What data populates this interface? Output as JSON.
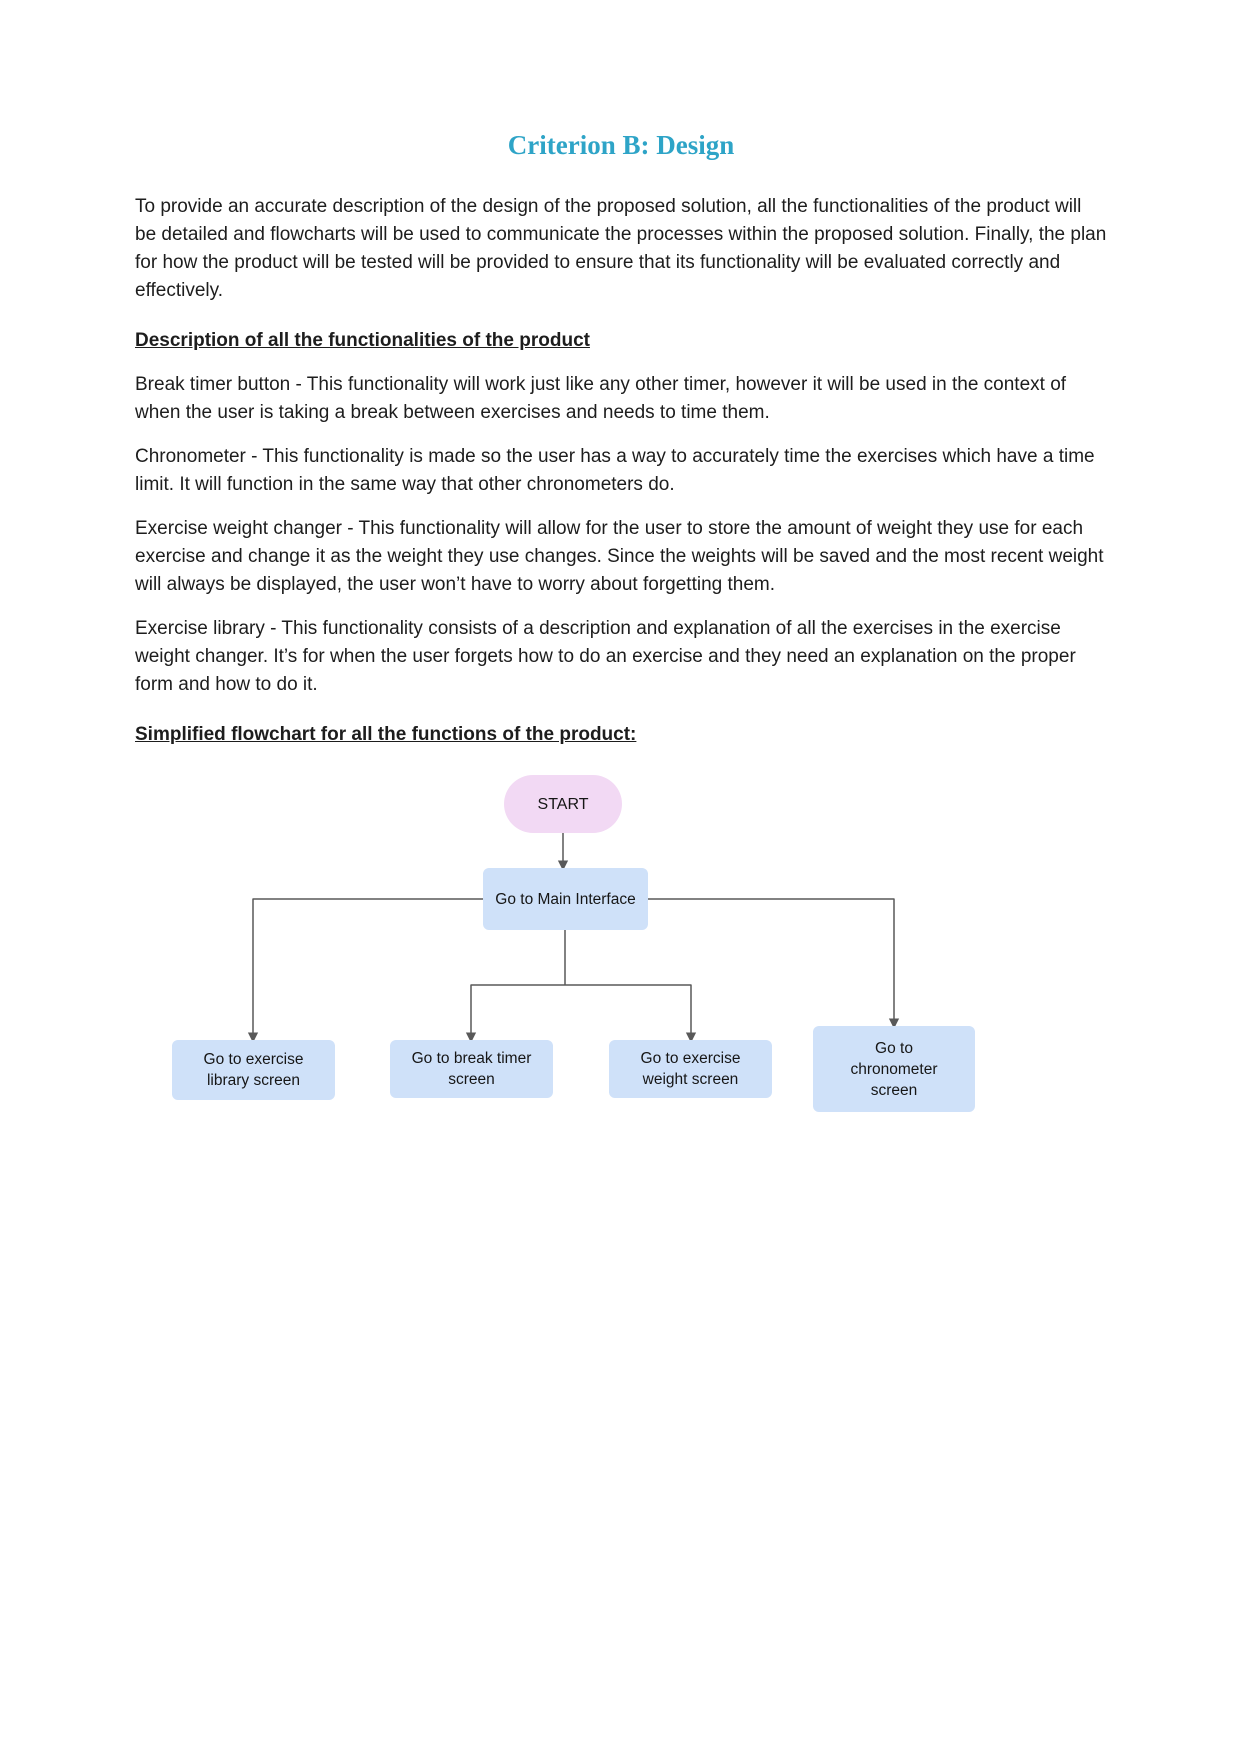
{
  "page": {
    "title": "Criterion B: Design"
  },
  "sections": {
    "intro": "To provide an accurate description of the design of the proposed solution, all the functionalities of the product will be detailed and flowcharts will be used to communicate the processes within the proposed solution. Finally, the plan for how the product will be tested will be provided to ensure that its functionality will be evaluated correctly and effectively.",
    "heading_functionalities": "Description of all the functionalities of the product",
    "para_break_timer": "Break timer button - This functionality will work just like any other timer, however it will be used in the context of when the user is taking a break between exercises and needs to time them.",
    "para_chronometer": "Chronometer - This functionality is made so the user has a way to accurately time the exercises which have a time limit. It will function in the same way that other chronometers do.",
    "para_weight_changer": "Exercise weight changer - This functionality will allow for the user to store the amount of weight they use for each exercise and change it as the weight they use changes. Since the weights will be saved and the most recent weight will always be displayed, the user won’t have to worry about forgetting them.",
    "para_library": "Exercise library - This functionality consists of a description and explanation of all the exercises in the exercise weight changer. It’s for when the user forgets how to do an exercise and they need an explanation on the proper form and how to do it.",
    "heading_flowchart": "Simplified flowchart for all the functions of the product:"
  },
  "flowchart": {
    "start": {
      "label": "START"
    },
    "main": {
      "label": "Go to Main Interface"
    },
    "children": [
      {
        "label": "Go to exercise library screen"
      },
      {
        "label": "Go to break timer screen"
      },
      {
        "label": "Go to exercise weight screen"
      },
      {
        "label": "Go to chronometer screen"
      }
    ]
  },
  "colors": {
    "title_accent": "#2ea4c7",
    "node_blue": "#cfe1f9",
    "node_pink": "#f2d9f4",
    "connector": "#595959",
    "body_text": "#1d1d1d"
  }
}
